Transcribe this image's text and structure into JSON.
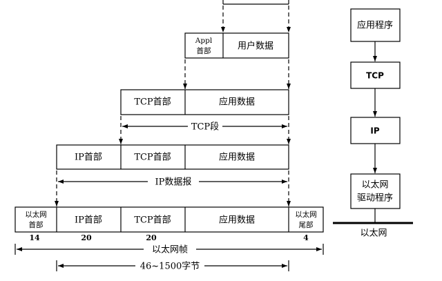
{
  "encapsulation": {
    "appl_header": [
      "Appl",
      "首部"
    ],
    "user_data": "用户数据",
    "tcp_row": {
      "tcp_header": "TCP首部",
      "app_data": "应用数据"
    },
    "tcp_segment_label": "TCP段",
    "ip_row": {
      "ip_header": "IP首部",
      "tcp_header": "TCP首部",
      "app_data": "应用数据"
    },
    "ip_datagram_label": "IP数据报",
    "eth_row": {
      "eth_header": [
        "以太网",
        "首部"
      ],
      "ip_header": "IP首部",
      "tcp_header": "TCP首部",
      "app_data": "应用数据",
      "eth_trailer": [
        "以太网",
        "尾部"
      ]
    },
    "sizes": {
      "eth_header": "14",
      "ip_header": "20",
      "tcp_header": "20",
      "eth_trailer": "4"
    },
    "eth_frame_label": "以太网帧",
    "payload_label": "46~1500字节"
  },
  "stack": {
    "app": "应用程序",
    "tcp": "TCP",
    "ip": "IP",
    "driver": [
      "以太网",
      "驱动程序"
    ],
    "medium": "以太网"
  }
}
